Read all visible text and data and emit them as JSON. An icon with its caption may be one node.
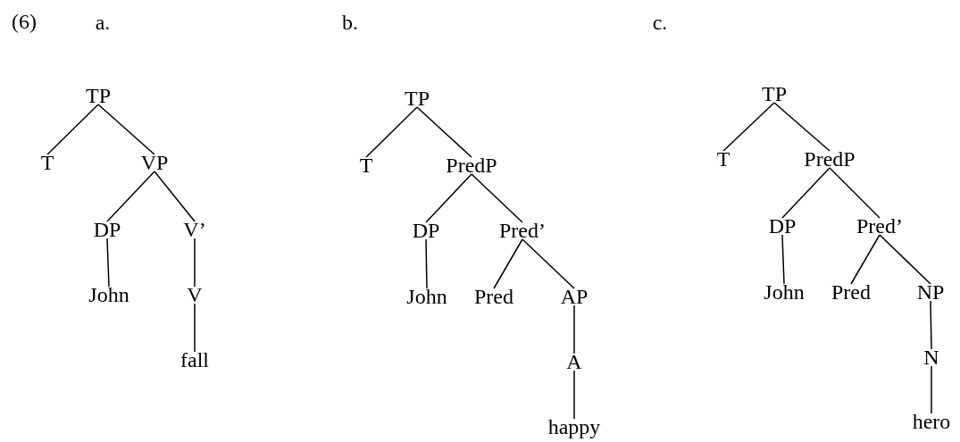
{
  "diagram": {
    "nodes": [
      {
        "text": [
          "TP"
        ]
      },
      {
        "text": [
          "T"
        ]
      },
      {
        "text": [
          "VP"
        ]
      },
      {
        "text": [
          "DP"
        ]
      },
      {
        "text": [
          "V’"
        ]
      },
      {
        "text": [
          "John"
        ]
      },
      {
        "text": [
          "V"
        ]
      },
      {
        "text": [
          "fall"
        ]
      },
      {
        "text": [
          "TP"
        ]
      },
      {
        "text": [
          "T"
        ]
      },
      {
        "text": [
          "PredP"
        ]
      },
      {
        "text": [
          "DP"
        ]
      },
      {
        "text": [
          "Pred’"
        ]
      },
      {
        "text": [
          "John"
        ]
      },
      {
        "text": [
          "Pred"
        ]
      },
      {
        "text": [
          "AP"
        ]
      },
      {
        "text": [
          "A"
        ]
      },
      {
        "text": [
          "happy"
        ]
      },
      {
        "text": [
          "TP"
        ]
      },
      {
        "text": [
          "T"
        ]
      },
      {
        "text": [
          "PredP"
        ]
      },
      {
        "text": [
          "DP"
        ]
      },
      {
        "text": [
          "Pred’"
        ]
      },
      {
        "text": [
          "John"
        ]
      },
      {
        "text": [
          "Pred"
        ]
      },
      {
        "text": [
          "NP"
        ]
      },
      {
        "text": [
          "N"
        ]
      },
      {
        "text": [
          "hero"
        ]
      }
    ],
    "edges": [
      {
        "from": 0,
        "to": 1,
        "arrow": "none"
      },
      {
        "from": 0,
        "to": 2,
        "arrow": "none"
      },
      {
        "from": 2,
        "to": 3,
        "arrow": "none"
      },
      {
        "from": 2,
        "to": 4,
        "arrow": "none"
      },
      {
        "from": 3,
        "to": 5,
        "arrow": "none"
      },
      {
        "from": 4,
        "to": 6,
        "arrow": "none"
      },
      {
        "from": 6,
        "to": 7,
        "arrow": "none"
      },
      {
        "from": 8,
        "to": 9,
        "arrow": "none"
      },
      {
        "from": 8,
        "to": 10,
        "arrow": "none"
      },
      {
        "from": 10,
        "to": 11,
        "arrow": "none"
      },
      {
        "from": 10,
        "to": 12,
        "arrow": "none"
      },
      {
        "from": 11,
        "to": 13,
        "arrow": "none"
      },
      {
        "from": 12,
        "to": 14,
        "arrow": "none"
      },
      {
        "from": 12,
        "to": 15,
        "arrow": "none"
      },
      {
        "from": 15,
        "to": 16,
        "arrow": "none"
      },
      {
        "from": 16,
        "to": 17,
        "arrow": "none"
      },
      {
        "from": 18,
        "to": 19,
        "arrow": "none"
      },
      {
        "from": 18,
        "to": 20,
        "arrow": "none"
      },
      {
        "from": 20,
        "to": 21,
        "arrow": "none"
      },
      {
        "from": 20,
        "to": 22,
        "arrow": "none"
      },
      {
        "from": 21,
        "to": 23,
        "arrow": "none"
      },
      {
        "from": 22,
        "to": 24,
        "arrow": "none"
      },
      {
        "from": 22,
        "to": 25,
        "arrow": "none"
      },
      {
        "from": 25,
        "to": 26,
        "arrow": "none"
      },
      {
        "from": 26,
        "to": 27,
        "arrow": "none"
      }
    ],
    "labels": [
      "(6)",
      "a.",
      "b.",
      "c."
    ]
  }
}
